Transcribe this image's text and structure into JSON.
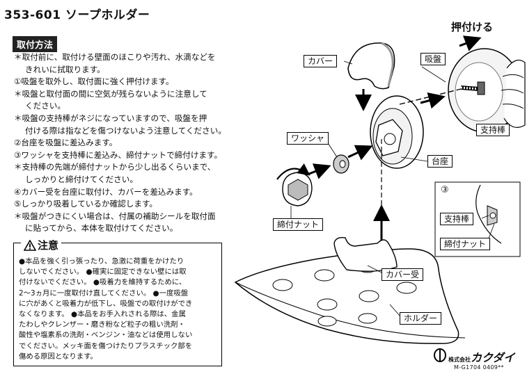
{
  "title": "353-601 ソープホルダー",
  "section_title": "取付方法",
  "steps": [
    "＊取付前に、取付ける壁面のほこりや汚れ、水滴などを",
    "きれいに拭取ります。",
    "①吸盤を取外し、取付面に強く押付けます。",
    "＊吸盤と取付面の間に空気が残らないように注意して",
    "ください。",
    "＊吸盤の支持棒がネジになっていますので、吸盤を押",
    "付ける際は指などを傷つけないよう注意してください。",
    "②台座を吸盤に差込みます。",
    "③ワッシャを支持棒に差込み、締付ナットで締付けます。",
    "＊支持棒の先端が締付ナットから少し出るくらいまで、",
    "しっかりと締付けてください。",
    "④カバー受を台座に取付け、カバーを差込みます。",
    "⑤しっかり吸着しているか確認します。",
    "＊吸盤がつきにくい場合は、付属の補助シールを取付面",
    "に貼ってから、本体を取付けてください。"
  ],
  "caution": {
    "title": "注意",
    "lines": [
      "●本品を強く引っ張ったり、急激に荷重をかけたり",
      "しないでください。 ●確実に固定できない壁には取",
      "付けないでください。 ●吸着力を維持するために、",
      "2～3ヵ月に一度取付け直してください。 ●一度吸盤",
      "に穴があくと吸着力が低下し、吸盤での取付けができ",
      "なくなります。 ●本品をお手入れされる際は、金属",
      "たわしやクレンザー・磨き粉など粒子の粗い洗剤・",
      "酸性や塩素系の洗剤・ベンジン・油などは使用しない",
      "でください。メッキ面を傷つけたりプラスチック部を",
      "傷める原因となります。"
    ]
  },
  "labels": {
    "push": "押付ける",
    "cover": "カバー",
    "suction": "吸盤",
    "rod": "支持棒",
    "washer": "ワッシャ",
    "base": "台座",
    "nut": "締付ナット",
    "detail_num": "③",
    "detail_rod": "支持棒",
    "detail_nut": "締付ナット",
    "cover_holder": "カバー受",
    "holder": "ホルダー"
  },
  "brand": {
    "prefix": "株式会社",
    "name": "カクダイ",
    "code": "M-G1704  0409**"
  }
}
